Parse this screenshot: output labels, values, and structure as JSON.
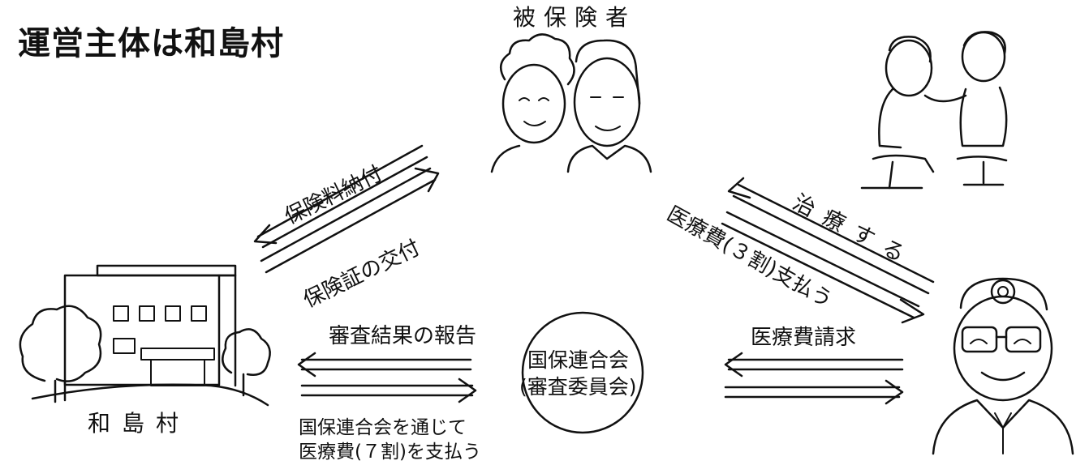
{
  "diagram": {
    "title": "運営主体は和島村",
    "nodes": {
      "insured": "被保険者",
      "village": "和島村",
      "federation": {
        "line1": "国保連合会",
        "line2": "(審査委員会)"
      }
    },
    "edges": {
      "premium_payment": "保険料納付",
      "card_issue": "保険証の交付",
      "treatment": "治療する",
      "patient_payment": "医療費(３割)支払う",
      "review_report": "審査結果の報告",
      "billing": "医療費請求",
      "federation_payment": "国保連合会を通じて\n医療費(７割)を支払う"
    }
  }
}
